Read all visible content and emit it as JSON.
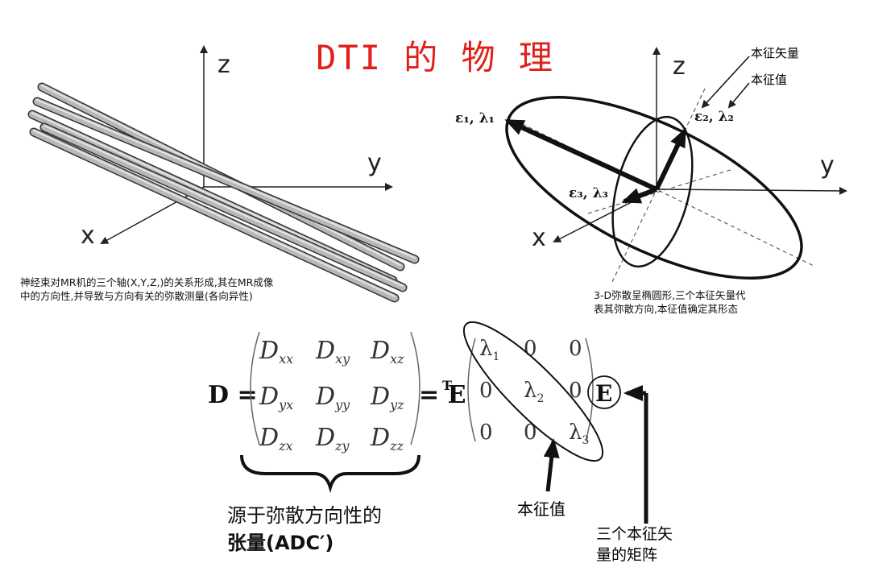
{
  "title": "DTI 的 物 理",
  "left_diagram": {
    "axis_z": "z",
    "axis_y": "y",
    "axis_x": "x",
    "caption_line1": "神经束对MR机的三个轴(X,Y,Z,)的关系形成,其在MR成像",
    "caption_line2": "中的方向性,并导致与方向有关的弥散测量(各向异性)"
  },
  "right_diagram": {
    "axis_z": "z",
    "axis_y": "y",
    "axis_x": "x",
    "label_e1": "ε₁, λ₁",
    "label_e2": "ε₂, λ₂",
    "label_e3": "ε₃, λ₃",
    "eigenvector_label": "本征矢量",
    "eigenvalue_label": "本征值",
    "caption_line1": "3-D弥散呈椭圆形,三个本征矢量代",
    "caption_line2": "表其弥散方向,本征值确定其形态"
  },
  "equation": {
    "lhs": "D =",
    "matrix": [
      [
        "D",
        "xx",
        "D",
        "xy",
        "D",
        "xz"
      ],
      [
        "D",
        "yx",
        "D",
        "yy",
        "D",
        "yz"
      ],
      [
        "D",
        "zx",
        "D",
        "zy",
        "D",
        "zz"
      ]
    ],
    "equals_E": "= E",
    "transpose_mark": "T",
    "diag": [
      [
        "λ1",
        "0",
        "0"
      ],
      [
        "0",
        "λ2",
        "0"
      ],
      [
        "0",
        "0",
        "λ3"
      ]
    ],
    "E_circled": "E"
  },
  "tensor_label_line1": "源于弥散方向性的",
  "tensor_label_line2": "张量(ADC′)",
  "eigenvalue_bottom_label": "本征值",
  "matrix_label_line1": "三个本征矢",
  "matrix_label_line2": "量的矩阵"
}
